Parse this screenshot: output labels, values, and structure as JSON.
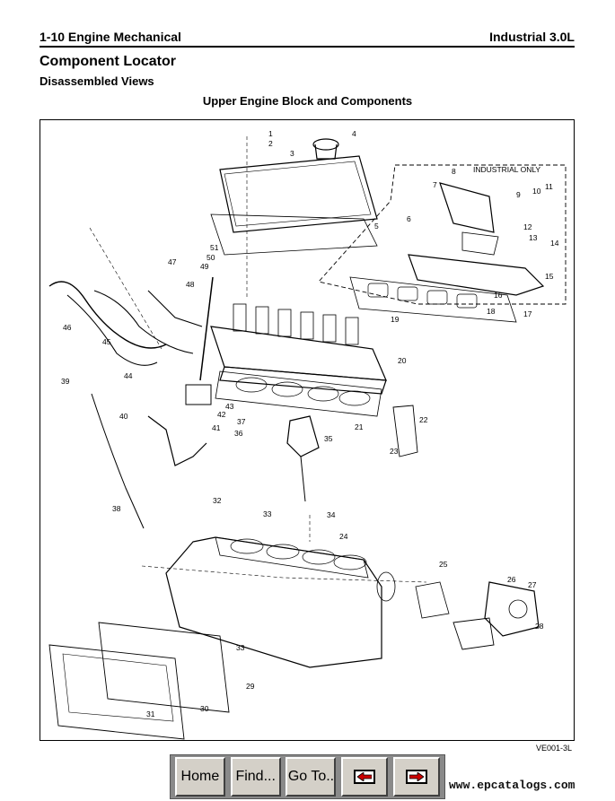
{
  "header": {
    "section": "1-10   Engine Mechanical",
    "model": "Industrial 3.0L"
  },
  "page_title": "Component Locator",
  "subtitle": "Disassembled Views",
  "figure": {
    "title": "Upper Engine Block and Components",
    "code": "VE001-3L",
    "inset_label": "INDUSTRIAL ONLY",
    "callouts": [
      "1",
      "2",
      "3",
      "4",
      "5",
      "6",
      "7",
      "8",
      "9",
      "10",
      "11",
      "12",
      "13",
      "14",
      "15",
      "16",
      "17",
      "18",
      "19",
      "20",
      "21",
      "22",
      "23",
      "24",
      "25",
      "26",
      "27",
      "28",
      "29",
      "30",
      "31",
      "32",
      "33",
      "33",
      "34",
      "35",
      "36",
      "37",
      "38",
      "39",
      "40",
      "41",
      "42",
      "43",
      "44",
      "45",
      "46",
      "47",
      "48",
      "49",
      "50",
      "51"
    ]
  },
  "nav": {
    "home": "Home",
    "find": "Find...",
    "goto": "Go To..",
    "prev_icon": "left-arrow-icon",
    "next_icon": "right-arrow-icon"
  },
  "watermark": "www.epcatalogs.com",
  "colors": {
    "arrow_red": "#cc0000",
    "nav_bg": "#8a8a8a",
    "button_face": "#d4d0c8"
  }
}
